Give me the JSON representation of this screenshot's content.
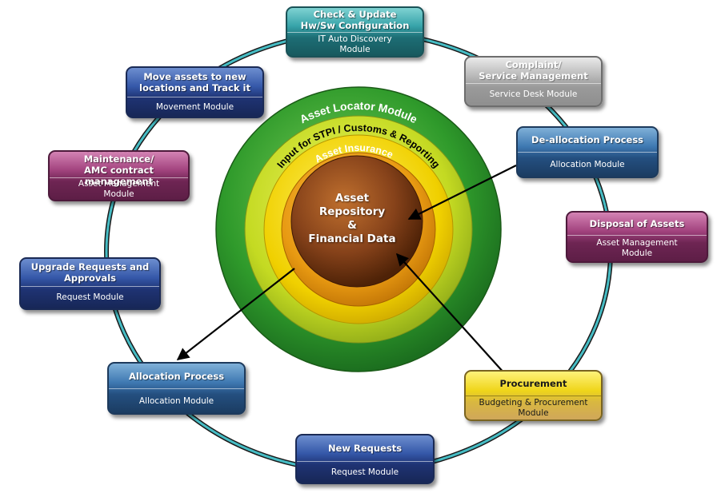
{
  "rings": {
    "outer_label": "Asset Locator Module",
    "second_label": "Input for STPI / Customs & Reporting",
    "third_label": "Asset Insurance",
    "core": "Asset\nRepository\n&\nFinancial Data"
  },
  "nodes": {
    "check_update": {
      "title": "Check & Update\nHw/Sw Configuration",
      "sub": "IT Auto Discovery\nModule"
    },
    "complaint": {
      "title": "Complaint/\nService Management",
      "sub": "Service Desk Module"
    },
    "deallocation": {
      "title": "De-allocation Process",
      "sub": "Allocation Module"
    },
    "disposal": {
      "title": "Disposal of Assets",
      "sub": "Asset Management\nModule"
    },
    "procurement": {
      "title": "Procurement",
      "sub": "Budgeting & Procurement\nModule"
    },
    "new_requests": {
      "title": "New Requests",
      "sub": "Request Module"
    },
    "allocation": {
      "title": "Allocation Process",
      "sub": "Allocation Module"
    },
    "upgrade": {
      "title": "Upgrade Requests and\nApprovals",
      "sub": "Request Module"
    },
    "preventative": {
      "title": "Preventative Maintenance/\nAMC contract management",
      "sub": "Asset Management\nModule"
    },
    "move_assets": {
      "title": "Move assets to new\nlocations and Track it",
      "sub": "Movement Module"
    }
  },
  "colors": {
    "cycle_ring": "#3fb8c0",
    "outer_green": "#2e9a2a",
    "lime": "#c6dd28",
    "yellow": "#f2d400",
    "orange": "#e89a12",
    "core_brown": "#7a3a10"
  },
  "icons": {
    "arrow_deallocation_to_core": "arrow",
    "arrow_core_to_allocation": "arrow",
    "arrow_procurement_to_core": "arrow"
  }
}
